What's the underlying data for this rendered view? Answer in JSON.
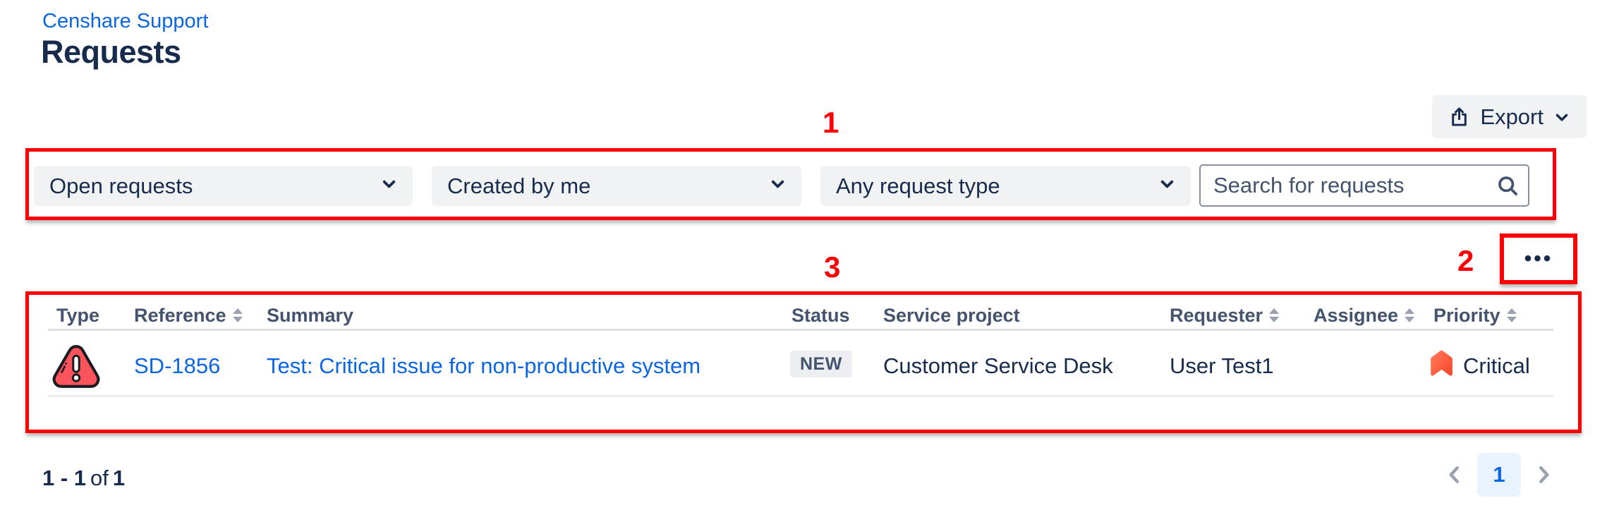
{
  "page": {
    "breadcrumb": "Censhare Support",
    "title": "Requests"
  },
  "toolbar": {
    "export_label": "Export"
  },
  "annotations": {
    "label_1": "1",
    "label_2": "2",
    "label_3": "3",
    "highlight_color": "#FA0005"
  },
  "filters": {
    "status_filter": {
      "value": "Open requests"
    },
    "owner_filter": {
      "value": "Created by me"
    },
    "type_filter": {
      "value": "Any request type"
    },
    "search": {
      "placeholder": "Search for requests"
    }
  },
  "more_menu": {
    "label": "•••"
  },
  "table": {
    "columns": [
      {
        "label": "Type",
        "sortable": false
      },
      {
        "label": "Reference",
        "sortable": true
      },
      {
        "label": "Summary",
        "sortable": false
      },
      {
        "label": "Status",
        "sortable": false
      },
      {
        "label": "Service project",
        "sortable": false
      },
      {
        "label": "Requester",
        "sortable": true
      },
      {
        "label": "Assignee",
        "sortable": true
      },
      {
        "label": "Priority",
        "sortable": true
      }
    ],
    "rows": [
      {
        "type_icon": "critical-warning-icon",
        "reference": "SD-1856",
        "summary": "Test: Critical issue for non-productive system",
        "status": "NEW",
        "service_project": "Customer Service Desk",
        "requester": "User Test1",
        "assignee": "",
        "priority": "Critical",
        "priority_icon": "critical-priority-icon"
      }
    ]
  },
  "pagination": {
    "range": "1 - 1",
    "of_label": "of",
    "total": "1",
    "current_page": "1"
  },
  "colors": {
    "link_blue": "#0C66E4",
    "title_navy": "#172B4D",
    "annotation_red": "#FA0005",
    "priority_orange_red": "#FB5A41",
    "warning_red": "#FB545C",
    "control_gray": "#F1F2F4",
    "badge_gray": "#EDEEF1",
    "page_button_blue_bg": "#E9F2FF"
  }
}
